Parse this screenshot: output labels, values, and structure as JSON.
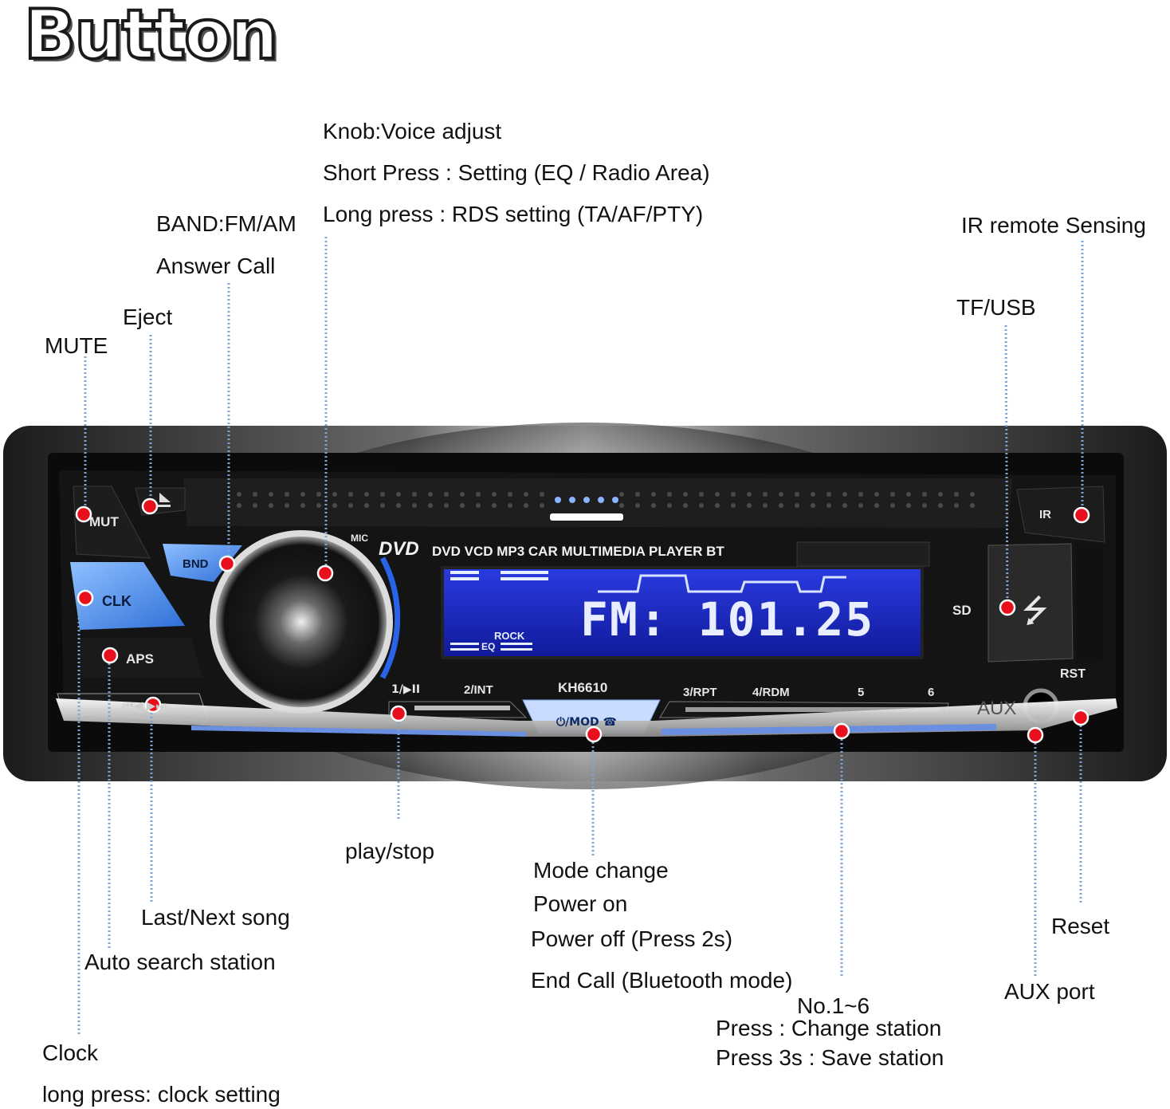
{
  "title": "Button",
  "labels": {
    "knob_1": "Knob:Voice adjust",
    "knob_2": "Short Press : Setting (EQ / Radio Area)",
    "knob_3": "Long press : RDS setting (TA/AF/PTY)",
    "band_1": "BAND:FM/AM",
    "band_2": "Answer Call",
    "eject": "Eject",
    "mute": "MUTE",
    "ir": "IR remote Sensing",
    "tfusb": "TF/USB",
    "playstop": "play/stop",
    "mode_1": "Mode change",
    "mode_2": "Power on",
    "mode_3": "Power off (Press 2s)",
    "mode_4": "End Call (Bluetooth mode)",
    "last_next": "Last/Next song",
    "auto_search": "Auto search station",
    "clock_1": "Clock",
    "clock_2": "long press: clock setting",
    "no16_1": "No.1~6",
    "no16_2": "Press : Change station",
    "no16_3": "Press 3s : Save station",
    "reset": "Reset",
    "aux_port": "AUX port"
  },
  "device": {
    "dvd_logo": "DVD",
    "brand_line": "DVD VCD MP3 CAR MULTIMEDIA PLAYER BT",
    "mic": "MIC",
    "display_text": "FM: 101.25",
    "eq_label": "EQ",
    "rock_label": "ROCK",
    "model": "KH6610",
    "btn_mut": "MUT",
    "btn_clk": "CLK",
    "btn_aps": "APS",
    "btn_bnd": "BND",
    "btn_1": "1/▶II",
    "btn_2": "2/INT",
    "btn_3": "3/RPT",
    "btn_4": "4/RDM",
    "btn_5": "5",
    "btn_6": "6",
    "btn_mod": "⏻/MOD ☎",
    "ir_label": "IR",
    "sd_label": "SD",
    "rst_label": "RST",
    "aux_label": "AUX"
  },
  "colors": {
    "marker": "#e8101c",
    "leader": "#7ea4d6",
    "lcd_blue": "#2b3bd8",
    "button_blue": "#4f8ee8"
  }
}
